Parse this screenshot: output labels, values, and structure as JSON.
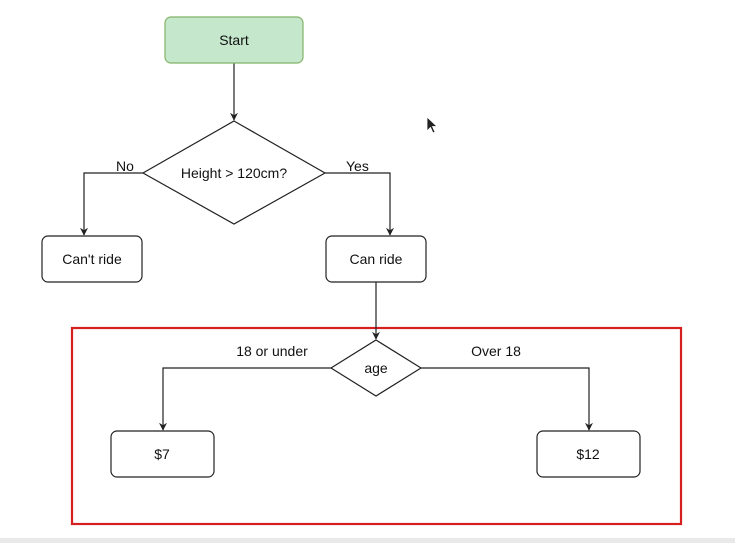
{
  "flowchart": {
    "start": {
      "label": "Start",
      "fill": "#c5e8cd",
      "stroke": "#82b366"
    },
    "decision_height": {
      "label": "Height > 120cm?"
    },
    "branch_no": {
      "label": "No"
    },
    "branch_yes": {
      "label": "Yes"
    },
    "cant_ride": {
      "label": "Can't ride"
    },
    "can_ride": {
      "label": "Can ride"
    },
    "decision_age": {
      "label": "age"
    },
    "branch_18_or_under": {
      "label": "18 or under"
    },
    "branch_over_18": {
      "label": "Over 18"
    },
    "price_low": {
      "label": "$7"
    },
    "price_high": {
      "label": "$12"
    }
  },
  "highlight_box": {
    "color": "#d61f1f"
  },
  "icons": {
    "cursor": "mouse-pointer-icon"
  }
}
